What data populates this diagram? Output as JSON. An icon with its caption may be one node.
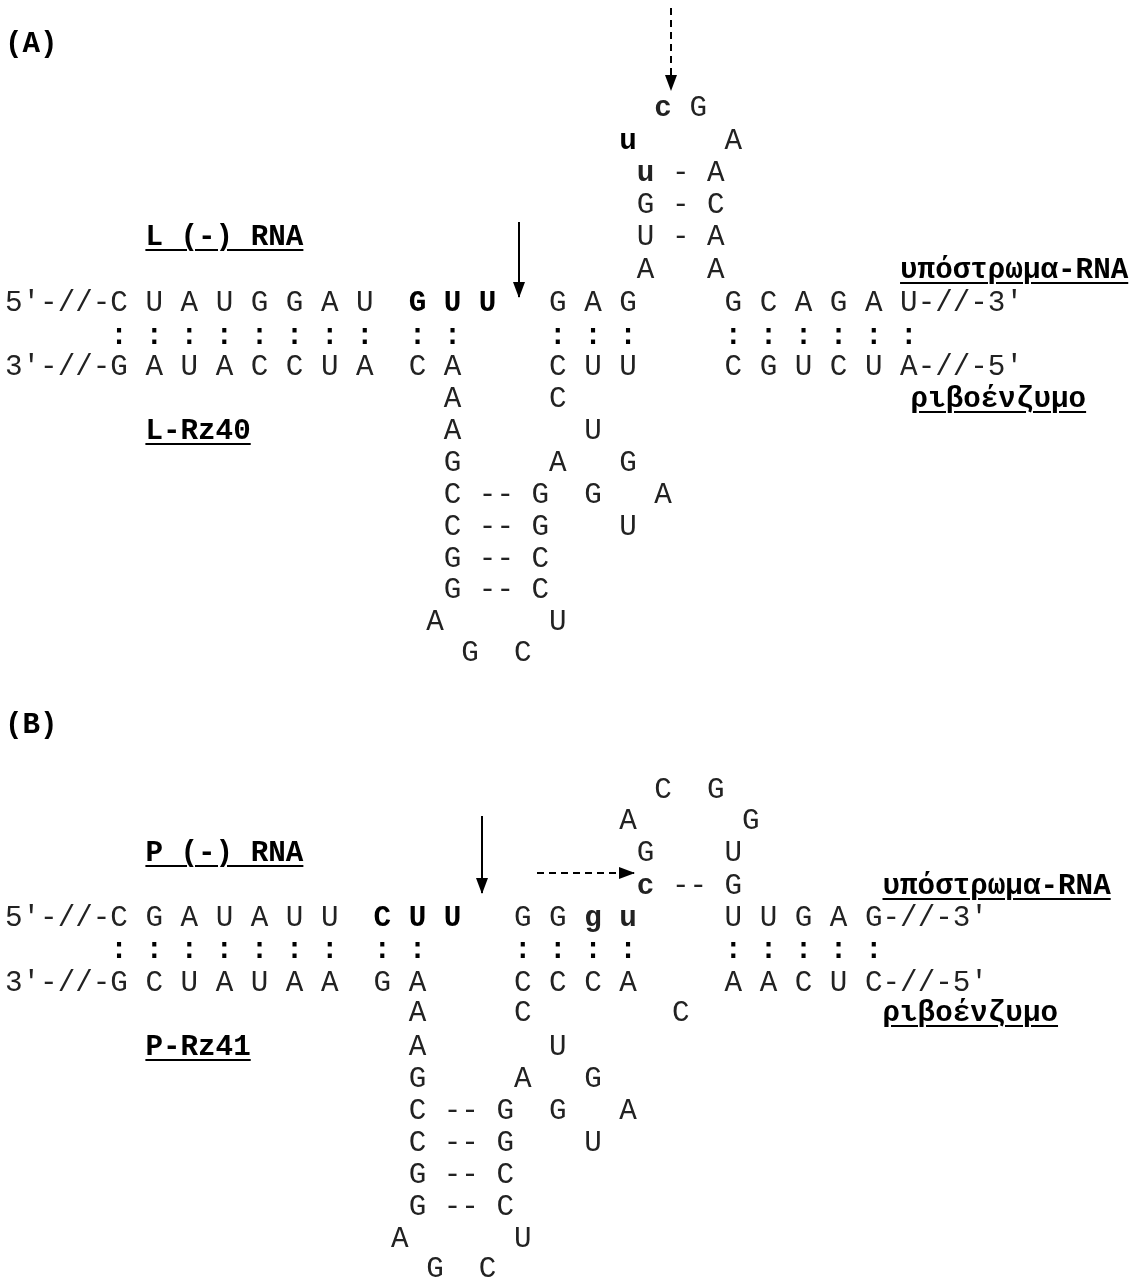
{
  "diagram": {
    "labels": [
      "(A)",
      "**c** G",
      "u",
      "A",
      "**u** - A",
      "G - C",
      "L (-) RNA",
      "U - A",
      "A",
      "A",
      "υπόστρωμα-RNA",
      "5'-//-C U A U G G A U",
      "G U U",
      "G A G",
      "G C A G A U-//-3'",
      ": : : : : : : :",
      ": :",
      ": : :",
      ": : : : : :",
      "3'-//-G A U A C C U A",
      "C A",
      "C U U",
      "C G U C U A-//-5'",
      "A",
      "C",
      "ριβοένζυμο",
      "L-Rz40",
      "A",
      "U",
      "G",
      "A",
      "G",
      "C -- G",
      "G",
      "A",
      "C -- G",
      "U",
      "G -- C",
      "G -- C",
      "A",
      "U",
      "G",
      "C",
      "(B)",
      "C",
      "G",
      "A",
      "G",
      "P (-) RNA",
      "G",
      "U",
      "**c** -- G",
      "υπόστρωμα-RNA",
      "5'-//-C G A U A U U",
      "C U U",
      "G G **g u**",
      "U U G A G-//-3'",
      ": : : : : : :",
      ": :",
      ": : : :",
      ": : : : :",
      "3'-//-G C U A U A A",
      "G A",
      "C C C A",
      "A A C U C-//-5'",
      "A",
      "C",
      "C",
      "ριβοένζυμο",
      "P-Rz41",
      "A",
      "U",
      "G",
      "A",
      "G",
      "C -- G",
      "G",
      "A",
      "C -- G",
      "U",
      "G -- C",
      "G -- C",
      "A",
      "U",
      "G",
      "C"
    ]
  }
}
